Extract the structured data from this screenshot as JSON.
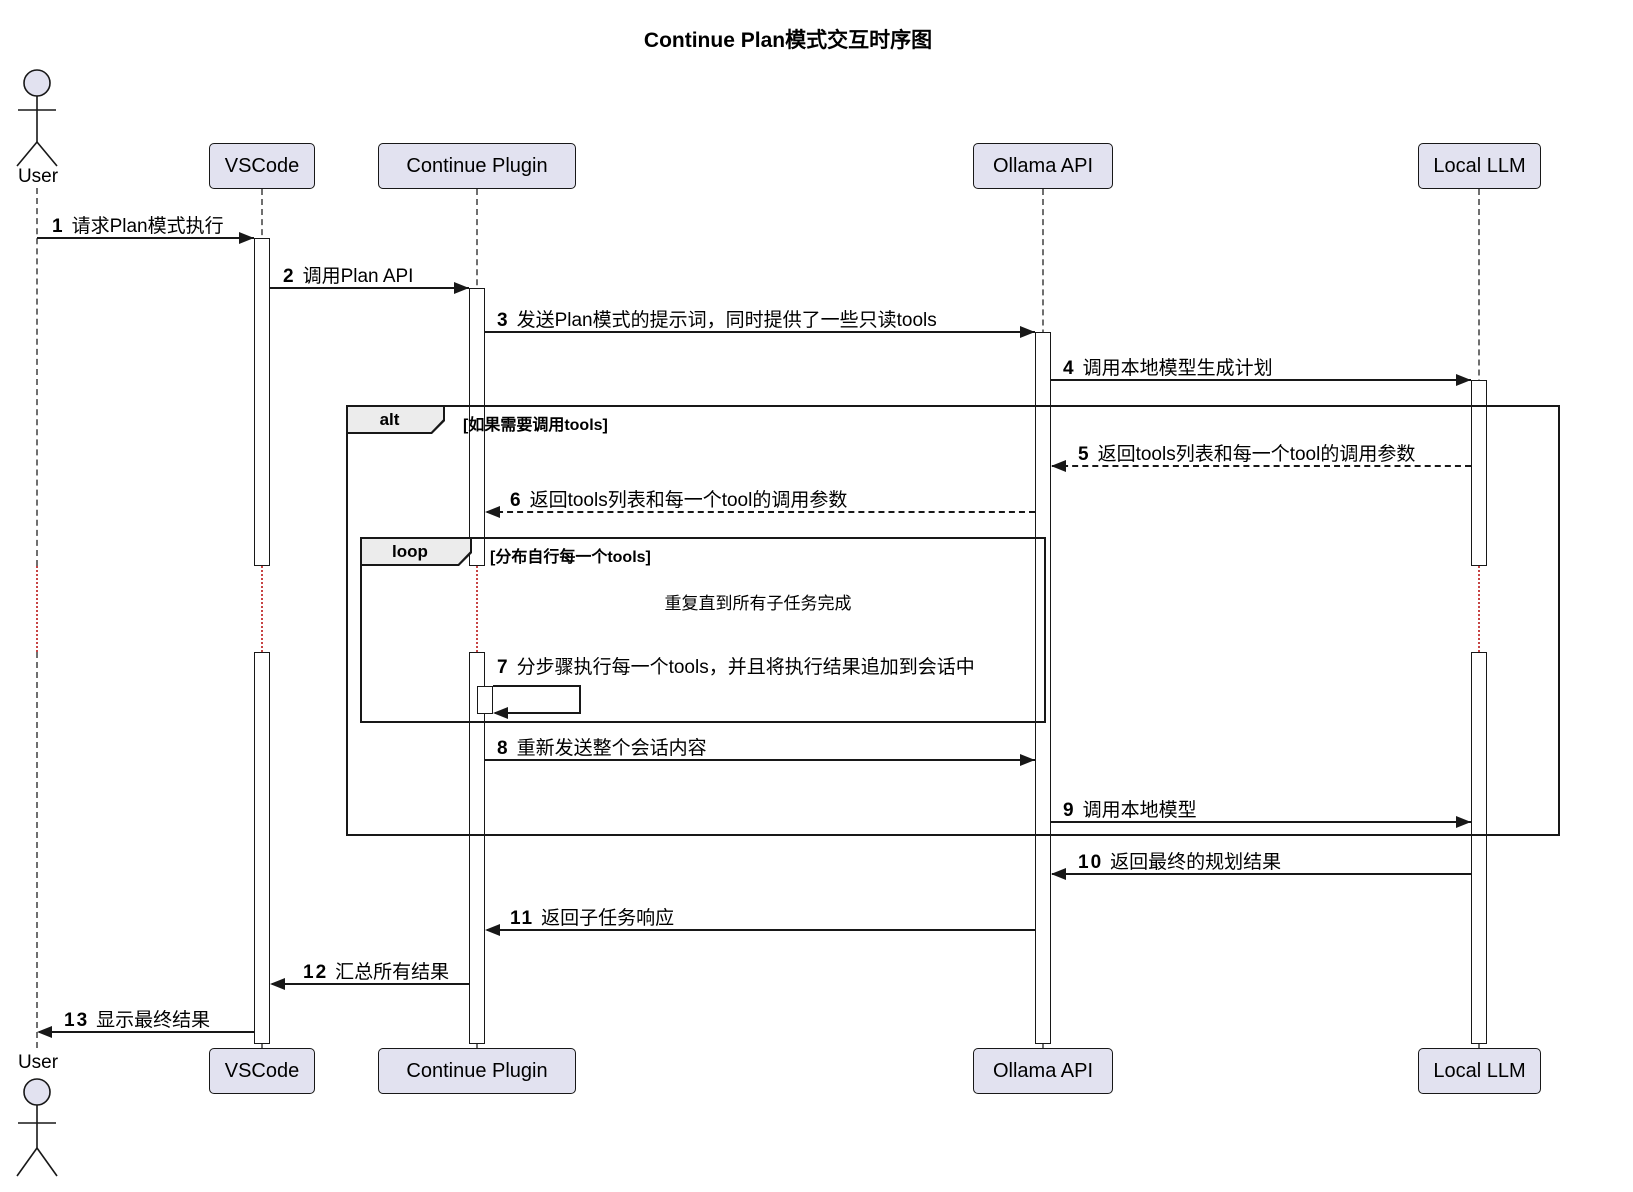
{
  "title": "Continue Plan模式交互时序图",
  "diagram": {
    "type": "sequence",
    "actor": {
      "label": "User"
    },
    "participants": [
      {
        "label": "VSCode"
      },
      {
        "label": "Continue Plugin"
      },
      {
        "label": "Ollama API"
      },
      {
        "label": "Local LLM"
      }
    ],
    "fragments": {
      "alt": {
        "label": "alt",
        "condition": "[如果需要调用tools]"
      },
      "loop": {
        "label": "loop",
        "condition": "[分布自行每一个tools]"
      }
    },
    "delay_note": "重复直到所有子任务完成",
    "messages": [
      {
        "num": "1",
        "text": "请求Plan模式执行",
        "from": "User",
        "to": "VSCode",
        "style": "solid"
      },
      {
        "num": "2",
        "text": "调用Plan API",
        "from": "VSCode",
        "to": "Continue Plugin",
        "style": "solid"
      },
      {
        "num": "3",
        "text": "发送Plan模式的提示词，同时提供了一些只读tools",
        "from": "Continue Plugin",
        "to": "Ollama API",
        "style": "solid"
      },
      {
        "num": "4",
        "text": "调用本地模型生成计划",
        "from": "Ollama API",
        "to": "Local LLM",
        "style": "solid"
      },
      {
        "num": "5",
        "text": "返回tools列表和每一个tool的调用参数",
        "from": "Local LLM",
        "to": "Ollama API",
        "style": "dashed"
      },
      {
        "num": "6",
        "text": "返回tools列表和每一个tool的调用参数",
        "from": "Ollama API",
        "to": "Continue Plugin",
        "style": "dashed"
      },
      {
        "num": "7",
        "text": "分步骤执行每一个tools，并且将执行结果追加到会话中",
        "from": "Continue Plugin",
        "to": "Continue Plugin",
        "style": "self"
      },
      {
        "num": "8",
        "text": "重新发送整个会话内容",
        "from": "Continue Plugin",
        "to": "Ollama API",
        "style": "solid"
      },
      {
        "num": "9",
        "text": "调用本地模型",
        "from": "Ollama API",
        "to": "Local LLM",
        "style": "solid"
      },
      {
        "num": "10",
        "text": "返回最终的规划结果",
        "from": "Local LLM",
        "to": "Ollama API",
        "style": "solid"
      },
      {
        "num": "11",
        "text": "返回子任务响应",
        "from": "Ollama API",
        "to": "Continue Plugin",
        "style": "solid"
      },
      {
        "num": "12",
        "text": "汇总所有结果",
        "from": "Continue Plugin",
        "to": "VSCode",
        "style": "solid"
      },
      {
        "num": "13",
        "text": "显示最终结果",
        "from": "VSCode",
        "to": "User",
        "style": "solid"
      }
    ]
  },
  "colors": {
    "participant_fill": "#E2E2F0",
    "participant_border": "#181818",
    "message_line": "#181818",
    "lifeline": "#6F6F6F",
    "delay_dotted": "#C74444",
    "fragment_header_fill": "#ECECEC"
  }
}
